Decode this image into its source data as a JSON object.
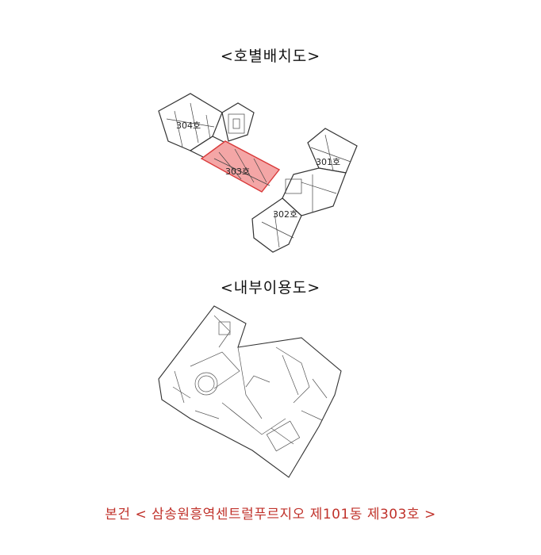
{
  "headings": {
    "unit_layout": "<호별배치도>",
    "interior_layout": "<내부이용도>"
  },
  "unit_plan": {
    "units": [
      {
        "label": "304호",
        "highlighted": false
      },
      {
        "label": "303호",
        "highlighted": true
      },
      {
        "label": "302호",
        "highlighted": false
      },
      {
        "label": "301호",
        "highlighted": false
      }
    ],
    "highlight_color": "#f4a6a6",
    "highlight_stroke": "#d93a3a"
  },
  "caption": "본건 < 삼송원흥역센트럴푸르지오 제101동 제303호 >",
  "colors": {
    "caption": "#c0322b",
    "line": "#333333"
  }
}
